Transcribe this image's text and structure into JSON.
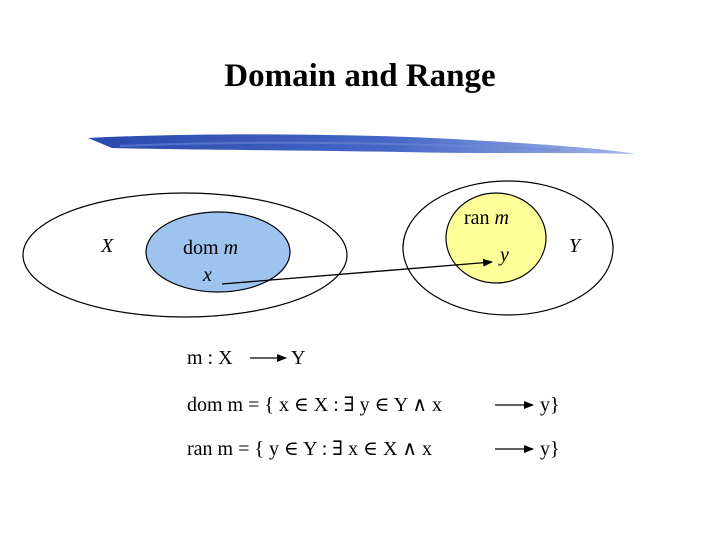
{
  "slide": {
    "title": "Domain and Range"
  },
  "diagram": {
    "left_set": {
      "name": "X",
      "subset": {
        "label_prefix": "dom ",
        "label_var": "m",
        "element": "x",
        "color": "#9ec3ef"
      }
    },
    "right_set": {
      "name": "Y",
      "subset": {
        "label_prefix": "ran ",
        "label_var": "m",
        "element": "y",
        "color": "#ffff99"
      }
    }
  },
  "formulas": {
    "mapping": {
      "left": "m : X",
      "right": "Y"
    },
    "dom": {
      "left": "dom m = { x ∈ X : ∃ y ∈ Y ∧ x",
      "right": "y}"
    },
    "ran": {
      "left": "ran m  = { y ∈ Y : ∃ x ∈ X  ∧ x",
      "right": "y}"
    }
  },
  "colors": {
    "brush_stroke": "#3b5fc4"
  }
}
